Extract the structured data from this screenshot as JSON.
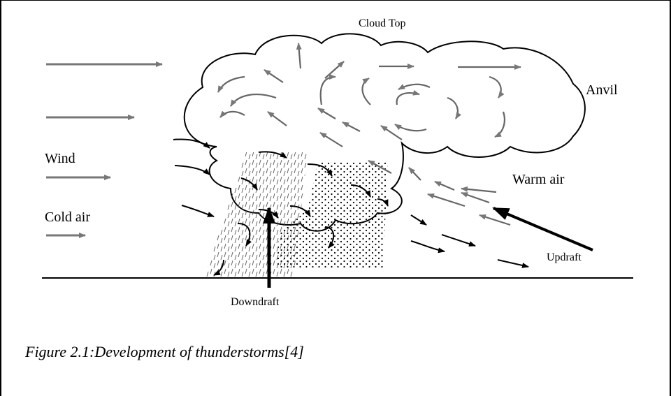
{
  "labels": {
    "cloud_top": "Cloud Top",
    "anvil": "Anvil",
    "wind": "Wind",
    "cold_air": "Cold air",
    "warm_air": "Warm air",
    "updraft": "Updraft",
    "downdraft": "Downdraft"
  },
  "caption": "Figure 2.1:Development of thunderstorms[4]"
}
